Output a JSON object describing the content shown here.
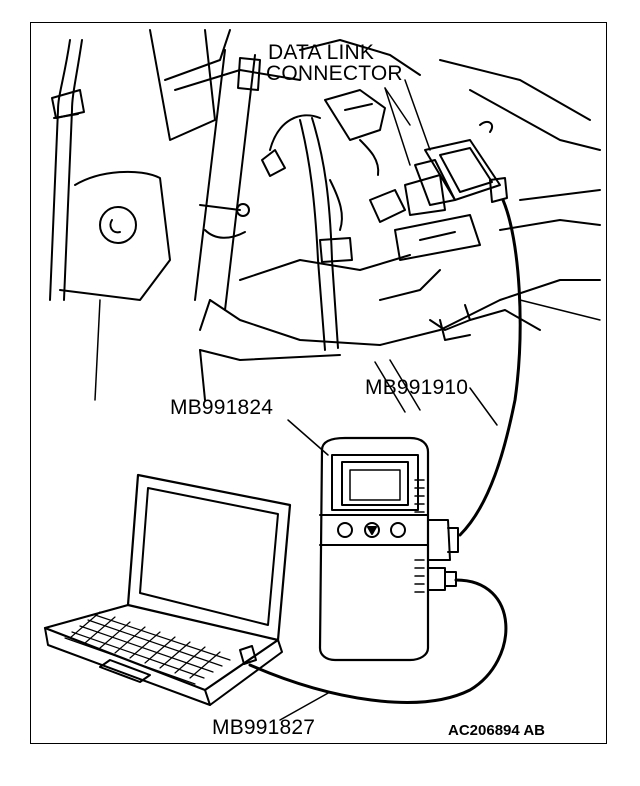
{
  "labels": {
    "connector_line1": "DATA LINK",
    "connector_line2": "CONNECTOR",
    "adapter": "MB991910",
    "vci": "MB991824",
    "usb_cable": "MB991827",
    "figure_ref": "AC206894 AB"
  },
  "colors": {
    "ink": "#000000",
    "paper": "#ffffff"
  }
}
